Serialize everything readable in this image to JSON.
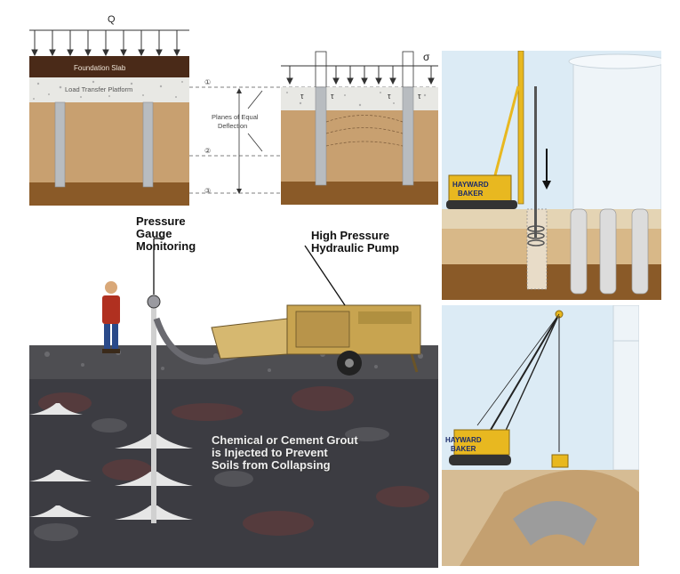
{
  "top_diagram": {
    "load_label": "Q",
    "stress_label": "σ",
    "slab_label": "Foundation Slab",
    "ltp_label": "Load Transfer Platform",
    "planes_label_1": "Planes of Equal",
    "planes_label_2": "Deflection",
    "plane_markers": [
      "①",
      "②",
      "③"
    ],
    "tau_label": "τ"
  },
  "grout_diagram": {
    "callout_gauge": "Pressure\nGauge\nMonitoring",
    "callout_pump": "High Pressure\nHydraulic Pump",
    "grout_text": "Chemical or Cement Grout\nis Injected to Prevent\nSoils from Collapsing"
  },
  "rig_diagram": {
    "logo_line1": "HAYWARD",
    "logo_line2": "BAKER"
  },
  "crane_diagram": {
    "logo_line1": "HAYWARD",
    "logo_line2": "BAKER"
  },
  "colors": {
    "slab": "#4a2a18",
    "soil": "#c8a070",
    "soil_dark": "#8a5a28",
    "column": "#b8bcc0",
    "sky": "#dcebf5",
    "rig_yellow": "#e8b820",
    "ground_dark": "#3a3a40"
  }
}
